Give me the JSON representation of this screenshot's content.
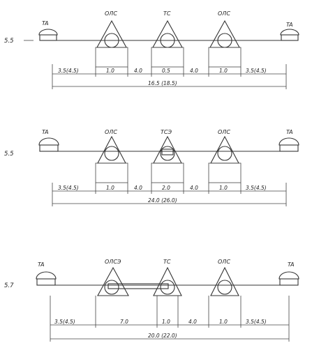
{
  "diagrams": [
    {
      "section": "5.5",
      "left_symbol": "TA",
      "right_symbol": "TA",
      "units": [
        "ОЛС",
        "ТС",
        "ОЛС"
      ],
      "segments": [
        "3.5(4.5)",
        "1.0",
        "4.0",
        "0.5",
        "4.0",
        "1.0",
        "3.5(4.5)"
      ],
      "total": "16.5 (18.5)"
    },
    {
      "section": "5.5",
      "left_symbol": "TA",
      "right_symbol": "TA",
      "units": [
        "ОЛС",
        "ТСЭ",
        "ОЛС"
      ],
      "segments": [
        "3.5(4.5)",
        "1.0",
        "4.0",
        "2.0",
        "4.0",
        "1.0",
        "3.5(4.5)"
      ],
      "total": "24.0 (26.0)"
    },
    {
      "section": "5.7",
      "left_symbol": "TA",
      "right_symbol": "TA",
      "units": [
        "ОЛСЭ",
        "ТС",
        "ОЛС"
      ],
      "segments": [
        "3.5(4.5)",
        "7.0",
        "1.0",
        "4.0",
        "1.0",
        "3.5(4.5)"
      ],
      "total": "20.0 (22.0)"
    }
  ]
}
